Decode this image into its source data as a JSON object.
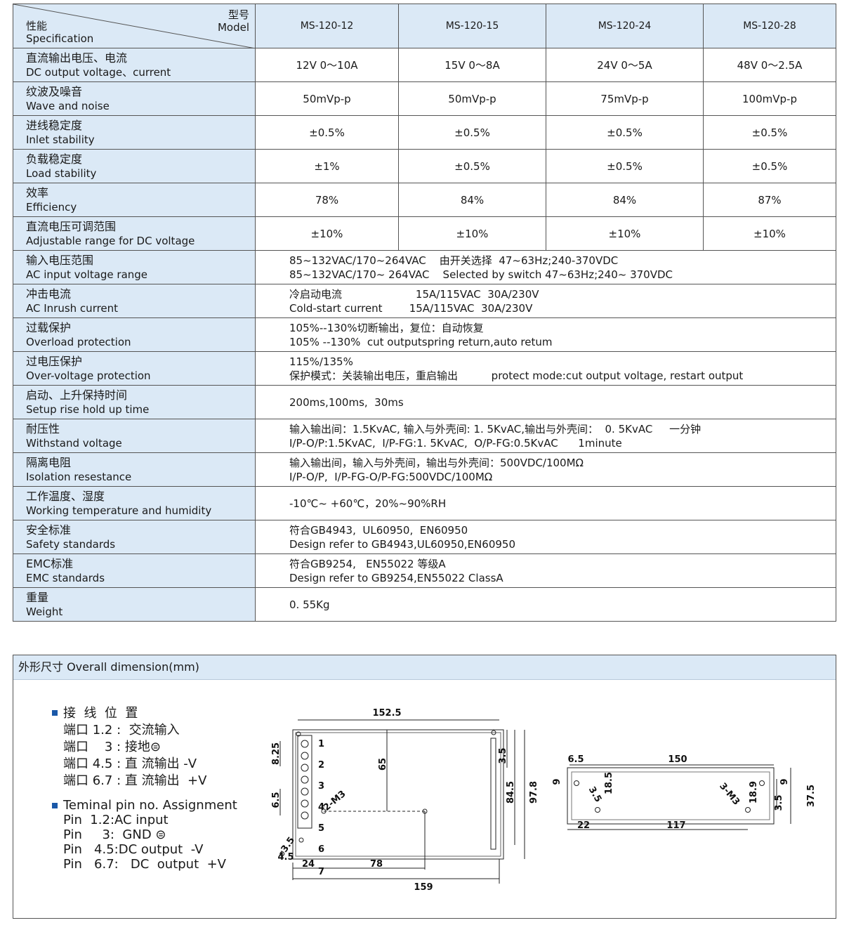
{
  "header": {
    "model_zh": "型号",
    "model_en": "Model",
    "spec_zh": "性能",
    "spec_en": "Specification",
    "models": [
      "MS-120-12",
      "MS-120-15",
      "MS-120-24",
      "MS-120-28"
    ]
  },
  "rows": [
    {
      "zh": "直流输出电压、电流",
      "en": "DC output voltage、current",
      "values": [
        "12V   0～10A",
        "15V   0～8A",
        "24V   0～5A",
        "48V   0～2.5A"
      ]
    },
    {
      "zh": "纹波及噪音",
      "en": "Wave and noise",
      "values": [
        "50mVp-p",
        "50mVp-p",
        "75mVp-p",
        "100mVp-p"
      ]
    },
    {
      "zh": "进线稳定度",
      "en": "Inlet stability",
      "values": [
        "±0.5%",
        "±0.5%",
        "±0.5%",
        "±0.5%"
      ]
    },
    {
      "zh": "负载稳定度",
      "en": "Load stability",
      "values": [
        "±1%",
        "±0.5%",
        "±0.5%",
        "±0.5%"
      ]
    },
    {
      "zh": "效率",
      "en": "Efficiency",
      "values": [
        "78%",
        "84%",
        "84%",
        "87%"
      ]
    },
    {
      "zh": "直流电压可调范围",
      "en": "Adjustable range for DC voltage",
      "values": [
        "±10%",
        "±10%",
        "±10%",
        "±10%"
      ]
    },
    {
      "zh": "输入电压范围",
      "en": "AC input voltage range",
      "lines": [
        "85~132VAC/170~264VAC    由开关选择  47~63Hz;240-370VDC",
        "85~132VAC/170~ 264VAC    Selected by switch 47~63Hz;240~ 370VDC"
      ]
    },
    {
      "zh": "冲击电流",
      "en": "AC Inrush current",
      "lines": [
        "冷启动电流                      15A/115VAC  30A/230V",
        "Cold-start current        15A/115VAC  30A/230V"
      ]
    },
    {
      "zh": "过载保护",
      "en": "Overload protection",
      "lines": [
        "105%--130%切断输出，复位：自动恢复",
        "105% --130%  cut outputspring return,auto retum"
      ]
    },
    {
      "zh": "过电压保护",
      "en": "Over-voltage protection",
      "lines": [
        "115%/135%",
        "保护模式：关装输出电压，重启输出          protect mode:cut output voltage, restart output"
      ]
    },
    {
      "zh": "启动、上升保持时间",
      "en": "Setup rise hold up time",
      "lines": [
        "200ms,100ms,  30ms"
      ]
    },
    {
      "zh": "耐压性",
      "en": "Withstand voltage",
      "lines": [
        "输入输出间：1.5KvAC, 输入与外壳间: 1. 5KvAC,输出与外壳间：  0. 5KvAC     一分钟",
        "I/P-O/P:1.5KvAC,  I/P-FG:1. 5KvAC,  O/P-FG:0.5KvAC      1minute"
      ]
    },
    {
      "zh": "隔离电阻",
      "en": "Isolation resestance",
      "lines": [
        "输入输出间，输入与外壳间，输出与外壳间：500VDC/100MΩ",
        "I/P-O/P,  I/P-FG-O/P-FG:500VDC/100MΩ"
      ]
    },
    {
      "zh": "工作温度、湿度",
      "en": "Working temperature and humidity",
      "lines": [
        "-10℃~ +60℃，20%~90%RH"
      ]
    },
    {
      "zh": "安全标准",
      "en": "Safety standards",
      "lines": [
        "符合GB4943,  UL60950,  EN60950",
        "Design refer to GB4943,UL60950,EN60950"
      ]
    },
    {
      "zh": "EMC标准",
      "en": "EMC standards",
      "lines": [
        "符合GB9254,   EN55022 等级A",
        "Design refer to GB9254,EN55022 ClassA"
      ]
    },
    {
      "zh": "重量",
      "en": "Weight",
      "lines": [
        "0. 55Kg"
      ]
    }
  ],
  "dimension": {
    "title": "外形尺寸  Overall dimension(mm)",
    "legend_zh": [
      "接  线  位  置",
      "端口 1.2 :  交流输入",
      "端口    3 : 接地⊜",
      "端口 4.5 : 直 流输出 -V",
      "端口 6.7 : 直 流输出  +V"
    ],
    "legend_en": [
      "Teminal pin no. Assignment",
      "Pin  1.2:AC input",
      "Pin     3:  GND ⊜",
      "Pin   4.5:DC output  -V",
      "Pin   6.7:   DC  output  +V"
    ],
    "front_dims": {
      "overall_top": "152.5",
      "bottom_overall": "159",
      "bottom_left": "24",
      "bottom_mid": "78",
      "vertical_65": "65",
      "pitch_1": "8.25",
      "pitch_2": "6.5",
      "right_small": "3.5",
      "right_mid": "84.5",
      "right_overall": "97.8",
      "hole_label": "2-M3",
      "hole_dia": "⌀3.5",
      "edge": "4.5",
      "terminal_nums": [
        "1",
        "2",
        "3",
        "4",
        "5",
        "6",
        "7"
      ]
    },
    "side_dims": {
      "top_left": "6.5",
      "top_span": "150",
      "left_small": "9",
      "left_mid": "18.5",
      "hole_dia": "3.5",
      "bottom_left": "22",
      "bottom_span": "117",
      "hole_label": "3-M3",
      "right_9": "9",
      "right_189": "18.9",
      "right_35": "3.5",
      "right_overall": "37.5"
    }
  }
}
